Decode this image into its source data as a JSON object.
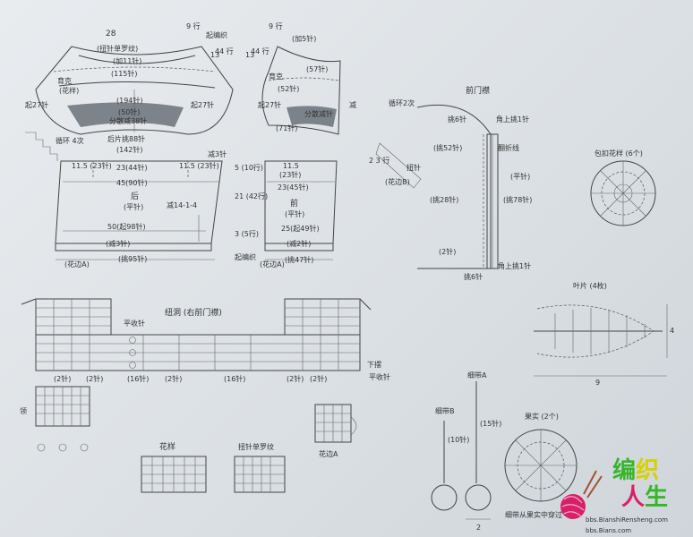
{
  "back_panel": {
    "top_width": "28",
    "row_9": "9\n行",
    "start_label": "起编织",
    "twist_rib": "(扭针单罗纹)",
    "add_11": "(加11针)",
    "st_115": "(115针)",
    "yoke": "育克",
    "pattern": "(花样)",
    "start_27_left": "起27针",
    "start_27_right": "起27针",
    "st_194": "(194针)",
    "st_50": "(50针)",
    "decrease_38": "分散减38针",
    "pick_up_back_88": "后片挑88针",
    "st_142": "(142针)",
    "loop_4": "循环\n4次",
    "side_left": "11.5\n(23针)",
    "side_right": "11.5\n(23针)",
    "center_23": "23(44针)",
    "width_45": "45(90针)",
    "back_label": "后",
    "flat_needle": "(平针)",
    "decrease_14": "减14-1-4",
    "width_50": "50(起98针)",
    "decrease_3": "(减3针)",
    "pick_up_95": "(挑95针)",
    "edge_a": "(花边A)",
    "row_13": "13",
    "row_44": "44\n行",
    "decrease_3_rows": "减3针",
    "length_5": "5\n(10行)",
    "length_21": "21\n(42行)",
    "length_3": "3\n(5行)"
  },
  "front_panel": {
    "row_9": "9\n行",
    "add_5": "(加5针)",
    "st_57": "(57针)",
    "yoke": "育克",
    "st_52": "(52针)",
    "start_27": "起27针",
    "decrease_scatter": "分散减针",
    "st_71": "(71针)",
    "width_11_5": "11.5",
    "st_23": "(23针)",
    "center": "23(45针)",
    "front_label": "前",
    "flat_needle": "(平针)",
    "width_25": "25(起49针)",
    "decrease_2": "(减2针)",
    "pick_up_47": "(挑47针)",
    "edge_a": "(花边A)",
    "row_13": "13",
    "row_44": "44\n行",
    "decrease_left": "减",
    "start_label": "起编织"
  },
  "placket": {
    "title": "前门襟",
    "repeat_2": "循环2次",
    "pick_6_top": "挑6针",
    "corner_1": "角上挑1针",
    "pick_52": "(挑52针)",
    "flip_line": "翻折线",
    "twist_rib": "扭针",
    "flat": "(平针)",
    "pick_28_left": "(挑28针)",
    "pick_78": "(挑78针)",
    "edge_b": "(花边B)",
    "length_2": "2\n3\n行",
    "st_2": "(2针)",
    "pick_6_bottom": "挑6针",
    "corner_1_bottom": "角上挑1针"
  },
  "flower_pattern": {
    "title": "包扣花样 (6个)"
  },
  "leaf": {
    "title": "叶片 (4枚)",
    "width": "9",
    "height": "4"
  },
  "buttonhole": {
    "title": "纽洞 (右前门襟)",
    "flat_bind": "平收针",
    "bind_down": "下摆",
    "bind_flat": "平收针",
    "collar": "领",
    "st_labels": [
      "(2针)",
      "(2针)",
      "(16针)",
      "(2针)",
      "(16针)",
      "(2针)",
      "(2针)"
    ]
  },
  "swatches": {
    "pattern": "花样",
    "twist_rib": "扭针单罗纹",
    "edge_a": "花边A"
  },
  "cord": {
    "cord_a": "细带A",
    "cord_b": "细带B",
    "len_15": "(15针)",
    "len_10": "(10针)",
    "width_2": "2",
    "fruit": "果实 (2个)",
    "fruit_note": "细带从果实中穿过"
  },
  "logo": {
    "cn_1": "编",
    "cn_2": "织",
    "cn_3": "人",
    "cn_4": "生",
    "url_1": "bbs.BianshiRensheng.com",
    "url_2": "bbs.Bians.com"
  },
  "colors": {
    "line": "#444444",
    "fill": "#707880",
    "logo_green": "#38b52c",
    "logo_yellow": "#d8d000",
    "logo_pink": "#d8206a"
  }
}
